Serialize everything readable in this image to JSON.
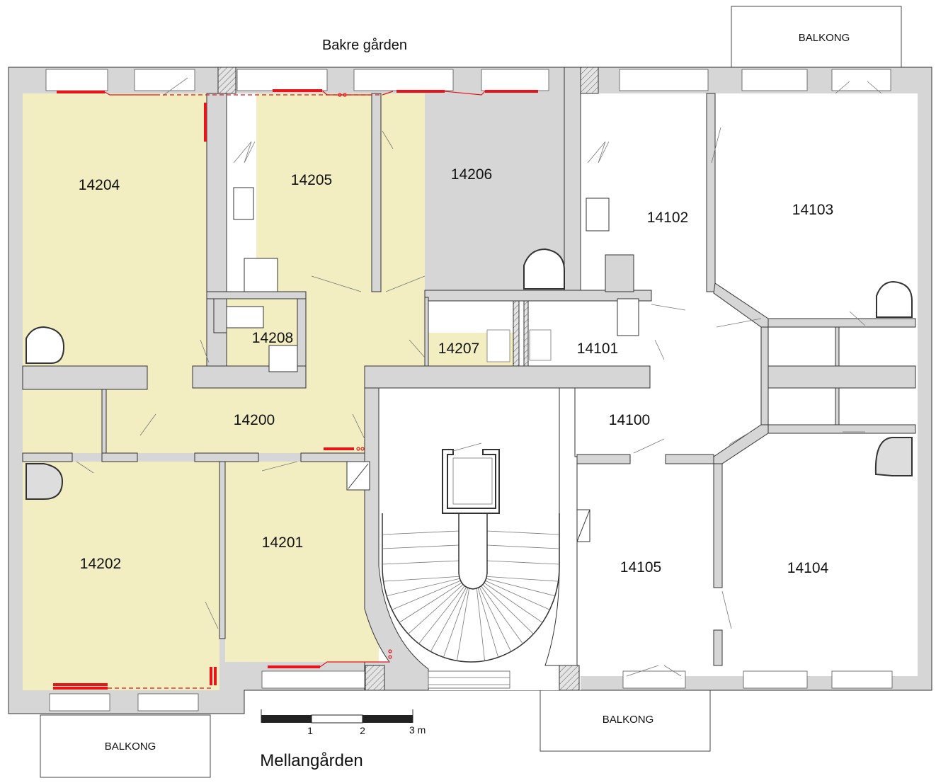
{
  "plan": {
    "top_label": "Bakre gården",
    "bottom_label": "Mellangården",
    "balconies": [
      "BALKONG",
      "BALKONG",
      "BALKONG"
    ],
    "scale": {
      "ticks": [
        "1",
        "2",
        "3 m"
      ]
    },
    "colors": {
      "selected_fill": "#f2eec1",
      "wall": "#d6d6d6",
      "marking": "#e8141a"
    },
    "rooms": {
      "r14204": "14204",
      "r14205": "14205",
      "r14206": "14206",
      "r14208": "14208",
      "r14207": "14207",
      "r14200": "14200",
      "r14202": "14202",
      "r14201": "14201",
      "r14102": "14102",
      "r14103": "14103",
      "r14101": "14101",
      "r14100": "14100",
      "r14105": "14105",
      "r14104": "14104"
    }
  }
}
